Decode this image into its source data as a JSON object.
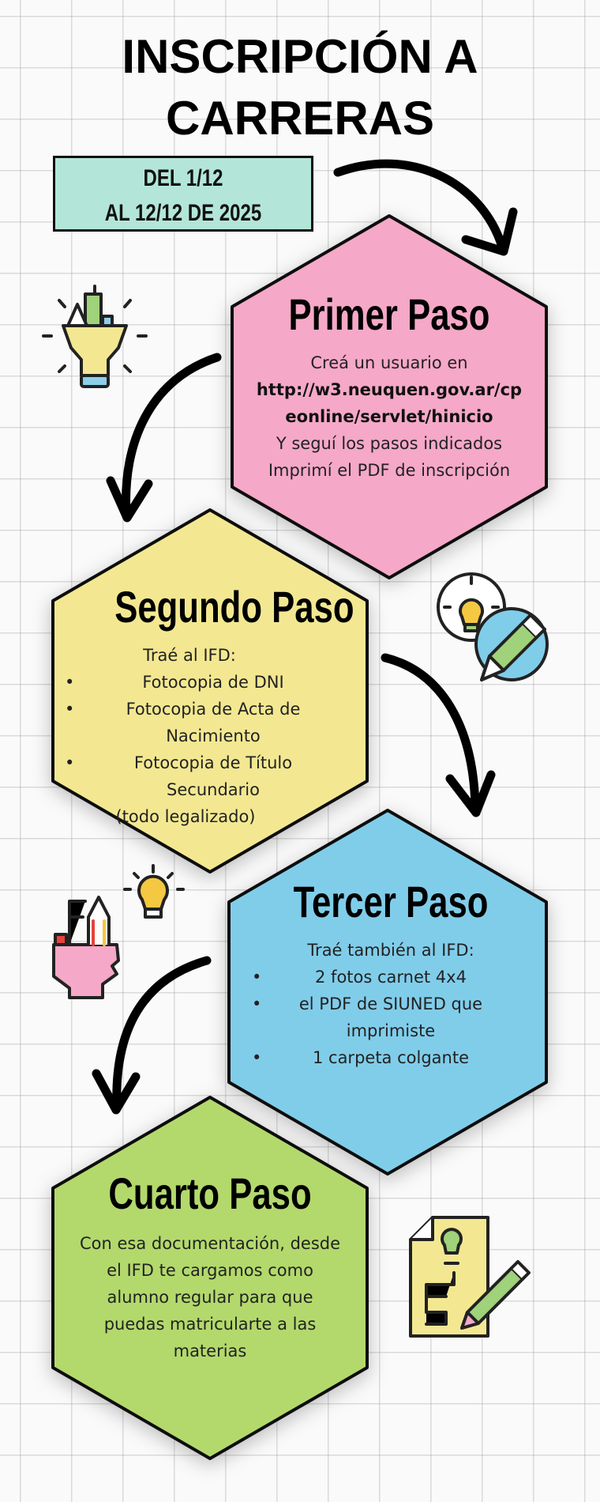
{
  "title": {
    "line1": "INSCRIPCIÓN A",
    "line2": "CARRERAS"
  },
  "date_box": {
    "line1": "DEL 1/12",
    "line2": "AL 12/12 DE 2025",
    "color": "#b3e6d8"
  },
  "steps": [
    {
      "heading": "Primer Paso",
      "color": "#f5a8c7",
      "lines": [
        "Creá un usuario en",
        "http://w3.neuquen.gov.ar/cp",
        "eonline/servlet/hinicio",
        "Y seguí los pasos indicados",
        "Imprimí el PDF de inscripción"
      ]
    },
    {
      "heading": "Segundo Paso",
      "color": "#f3e891",
      "intro": "Traé al IFD:",
      "items": [
        "Fotocopia de DNI",
        "Fotocopia de Acta de Nacimiento",
        "Fotocopia de Título Secundario"
      ],
      "outro": "(todo legalizado)"
    },
    {
      "heading": "Tercer Paso",
      "color": "#80cdea",
      "intro": "Traé también al IFD:",
      "items": [
        "2 fotos carnet 4x4",
        "el PDF de SIUNED que imprimiste",
        "1 carpeta colgante"
      ]
    },
    {
      "heading": "Cuarto Paso",
      "color": "#b3d96c",
      "lines": [
        "Con esa documentación, desde",
        "el IFD te cargamos como",
        "alumno regular para que",
        "puedas matricularte a las",
        "materias"
      ]
    }
  ],
  "bullet": "•",
  "icons": [
    "lightbulb-pencils-icon",
    "lightbulb-pencil-icon",
    "head-pencils-icon",
    "document-pencil-icon"
  ]
}
